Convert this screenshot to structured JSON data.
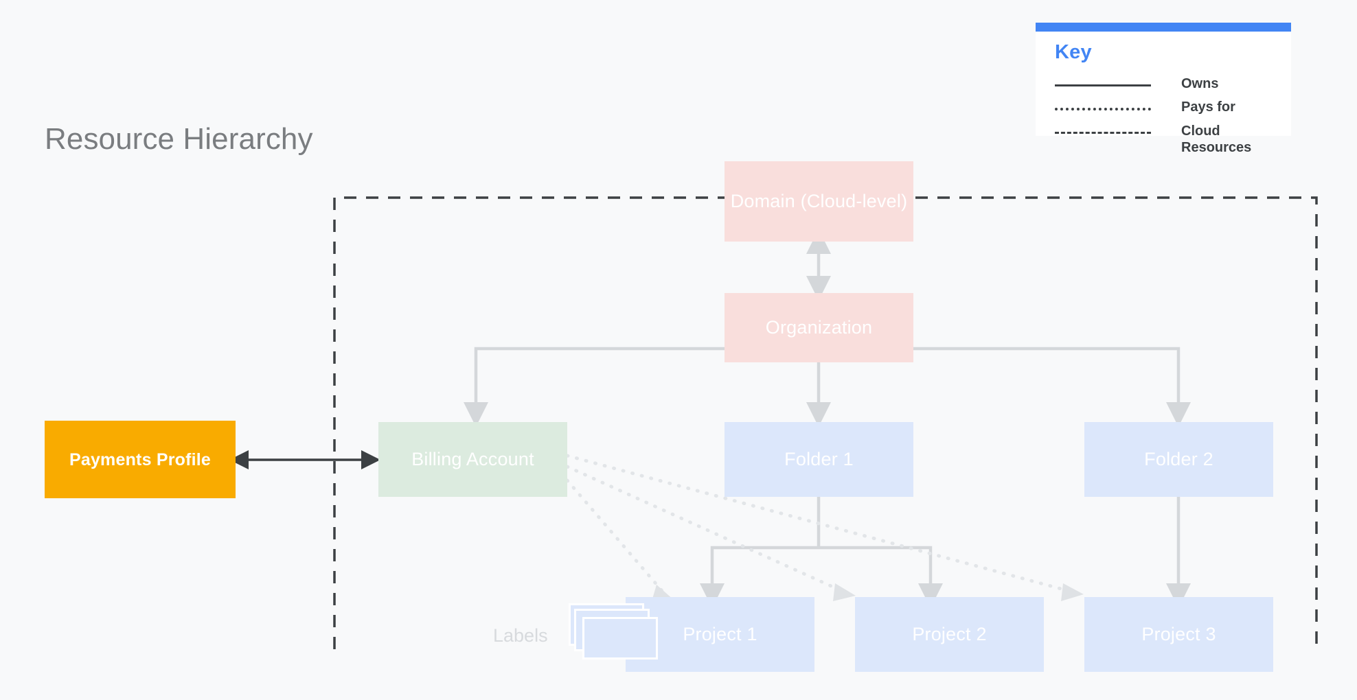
{
  "page": {
    "title": "Resource Hierarchy",
    "background_color": "#F8F9FA"
  },
  "colors": {
    "accent_blue": "#4285F4",
    "node_pink": "#F9DEDC",
    "node_blue": "#DCE7FB",
    "node_green": "#DCEBDF",
    "node_amber": "#F9AB00",
    "connector_gray": "#D4D7DA",
    "boundary_dash": "#3C4043",
    "title_gray": "#7A7D80",
    "label_gray": "#D7DADD"
  },
  "key": {
    "title": "Key",
    "rows": [
      {
        "style": "solid",
        "label": "Owns"
      },
      {
        "style": "dotted",
        "label": "Pays for"
      },
      {
        "style": "dashed",
        "label": "Cloud Resources"
      }
    ]
  },
  "nodes": {
    "domain": {
      "label": "Domain (Cloud-level)",
      "color": "pink"
    },
    "organization": {
      "label": "Organization",
      "color": "pink"
    },
    "billing_account": {
      "label": "Billing Account",
      "color": "green"
    },
    "folder_1": {
      "label": "Folder 1",
      "color": "blue"
    },
    "folder_2": {
      "label": "Folder 2",
      "color": "blue"
    },
    "project_1": {
      "label": "Project 1",
      "color": "blue"
    },
    "project_2": {
      "label": "Project 2",
      "color": "blue"
    },
    "project_3": {
      "label": "Project 3",
      "color": "blue"
    },
    "payments_profile": {
      "label": "Payments Profile",
      "color": "amber"
    }
  },
  "annotations": {
    "labels_text": "Labels"
  },
  "relationships": [
    {
      "from": "domain",
      "to": "organization",
      "type": "owns",
      "bidirectional": true
    },
    {
      "from": "organization",
      "to": "billing_account",
      "type": "owns"
    },
    {
      "from": "organization",
      "to": "folder_1",
      "type": "owns"
    },
    {
      "from": "organization",
      "to": "folder_2",
      "type": "owns"
    },
    {
      "from": "folder_1",
      "to": "project_1",
      "type": "owns"
    },
    {
      "from": "folder_1",
      "to": "project_2",
      "type": "owns"
    },
    {
      "from": "folder_2",
      "to": "project_3",
      "type": "owns"
    },
    {
      "from": "billing_account",
      "to": "project_1",
      "type": "pays_for"
    },
    {
      "from": "billing_account",
      "to": "project_2",
      "type": "pays_for"
    },
    {
      "from": "billing_account",
      "to": "project_3",
      "type": "pays_for"
    },
    {
      "from": "payments_profile",
      "to": "billing_account",
      "type": "owns",
      "bidirectional": true
    }
  ],
  "boundary": {
    "name": "Cloud Resources",
    "style": "dashed"
  }
}
